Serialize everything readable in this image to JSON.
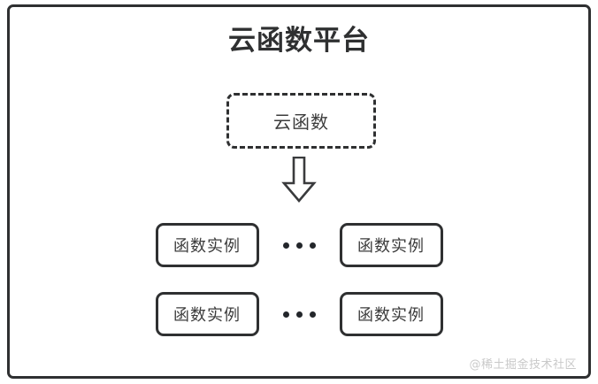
{
  "diagram": {
    "title": "云函数平台",
    "frame": {
      "border_color": "#2f3031"
    },
    "function_box": {
      "label": "云函数",
      "style": "dashed",
      "border_color": "#2f3031"
    },
    "arrow": {
      "icon": "arrow-down-outline",
      "direction": "down",
      "color": "#2f3031"
    },
    "instance_rows": [
      {
        "left": {
          "label": "函数实例"
        },
        "separator": {
          "icon": "ellipsis-dots",
          "text": "..."
        },
        "right": {
          "label": "函数实例"
        }
      },
      {
        "left": {
          "label": "函数实例"
        },
        "separator": {
          "icon": "ellipsis-dots",
          "text": "..."
        },
        "right": {
          "label": "函数实例"
        }
      }
    ],
    "watermark": {
      "text": "@稀土掘金技术社区",
      "color": "#c9c9c9"
    }
  }
}
